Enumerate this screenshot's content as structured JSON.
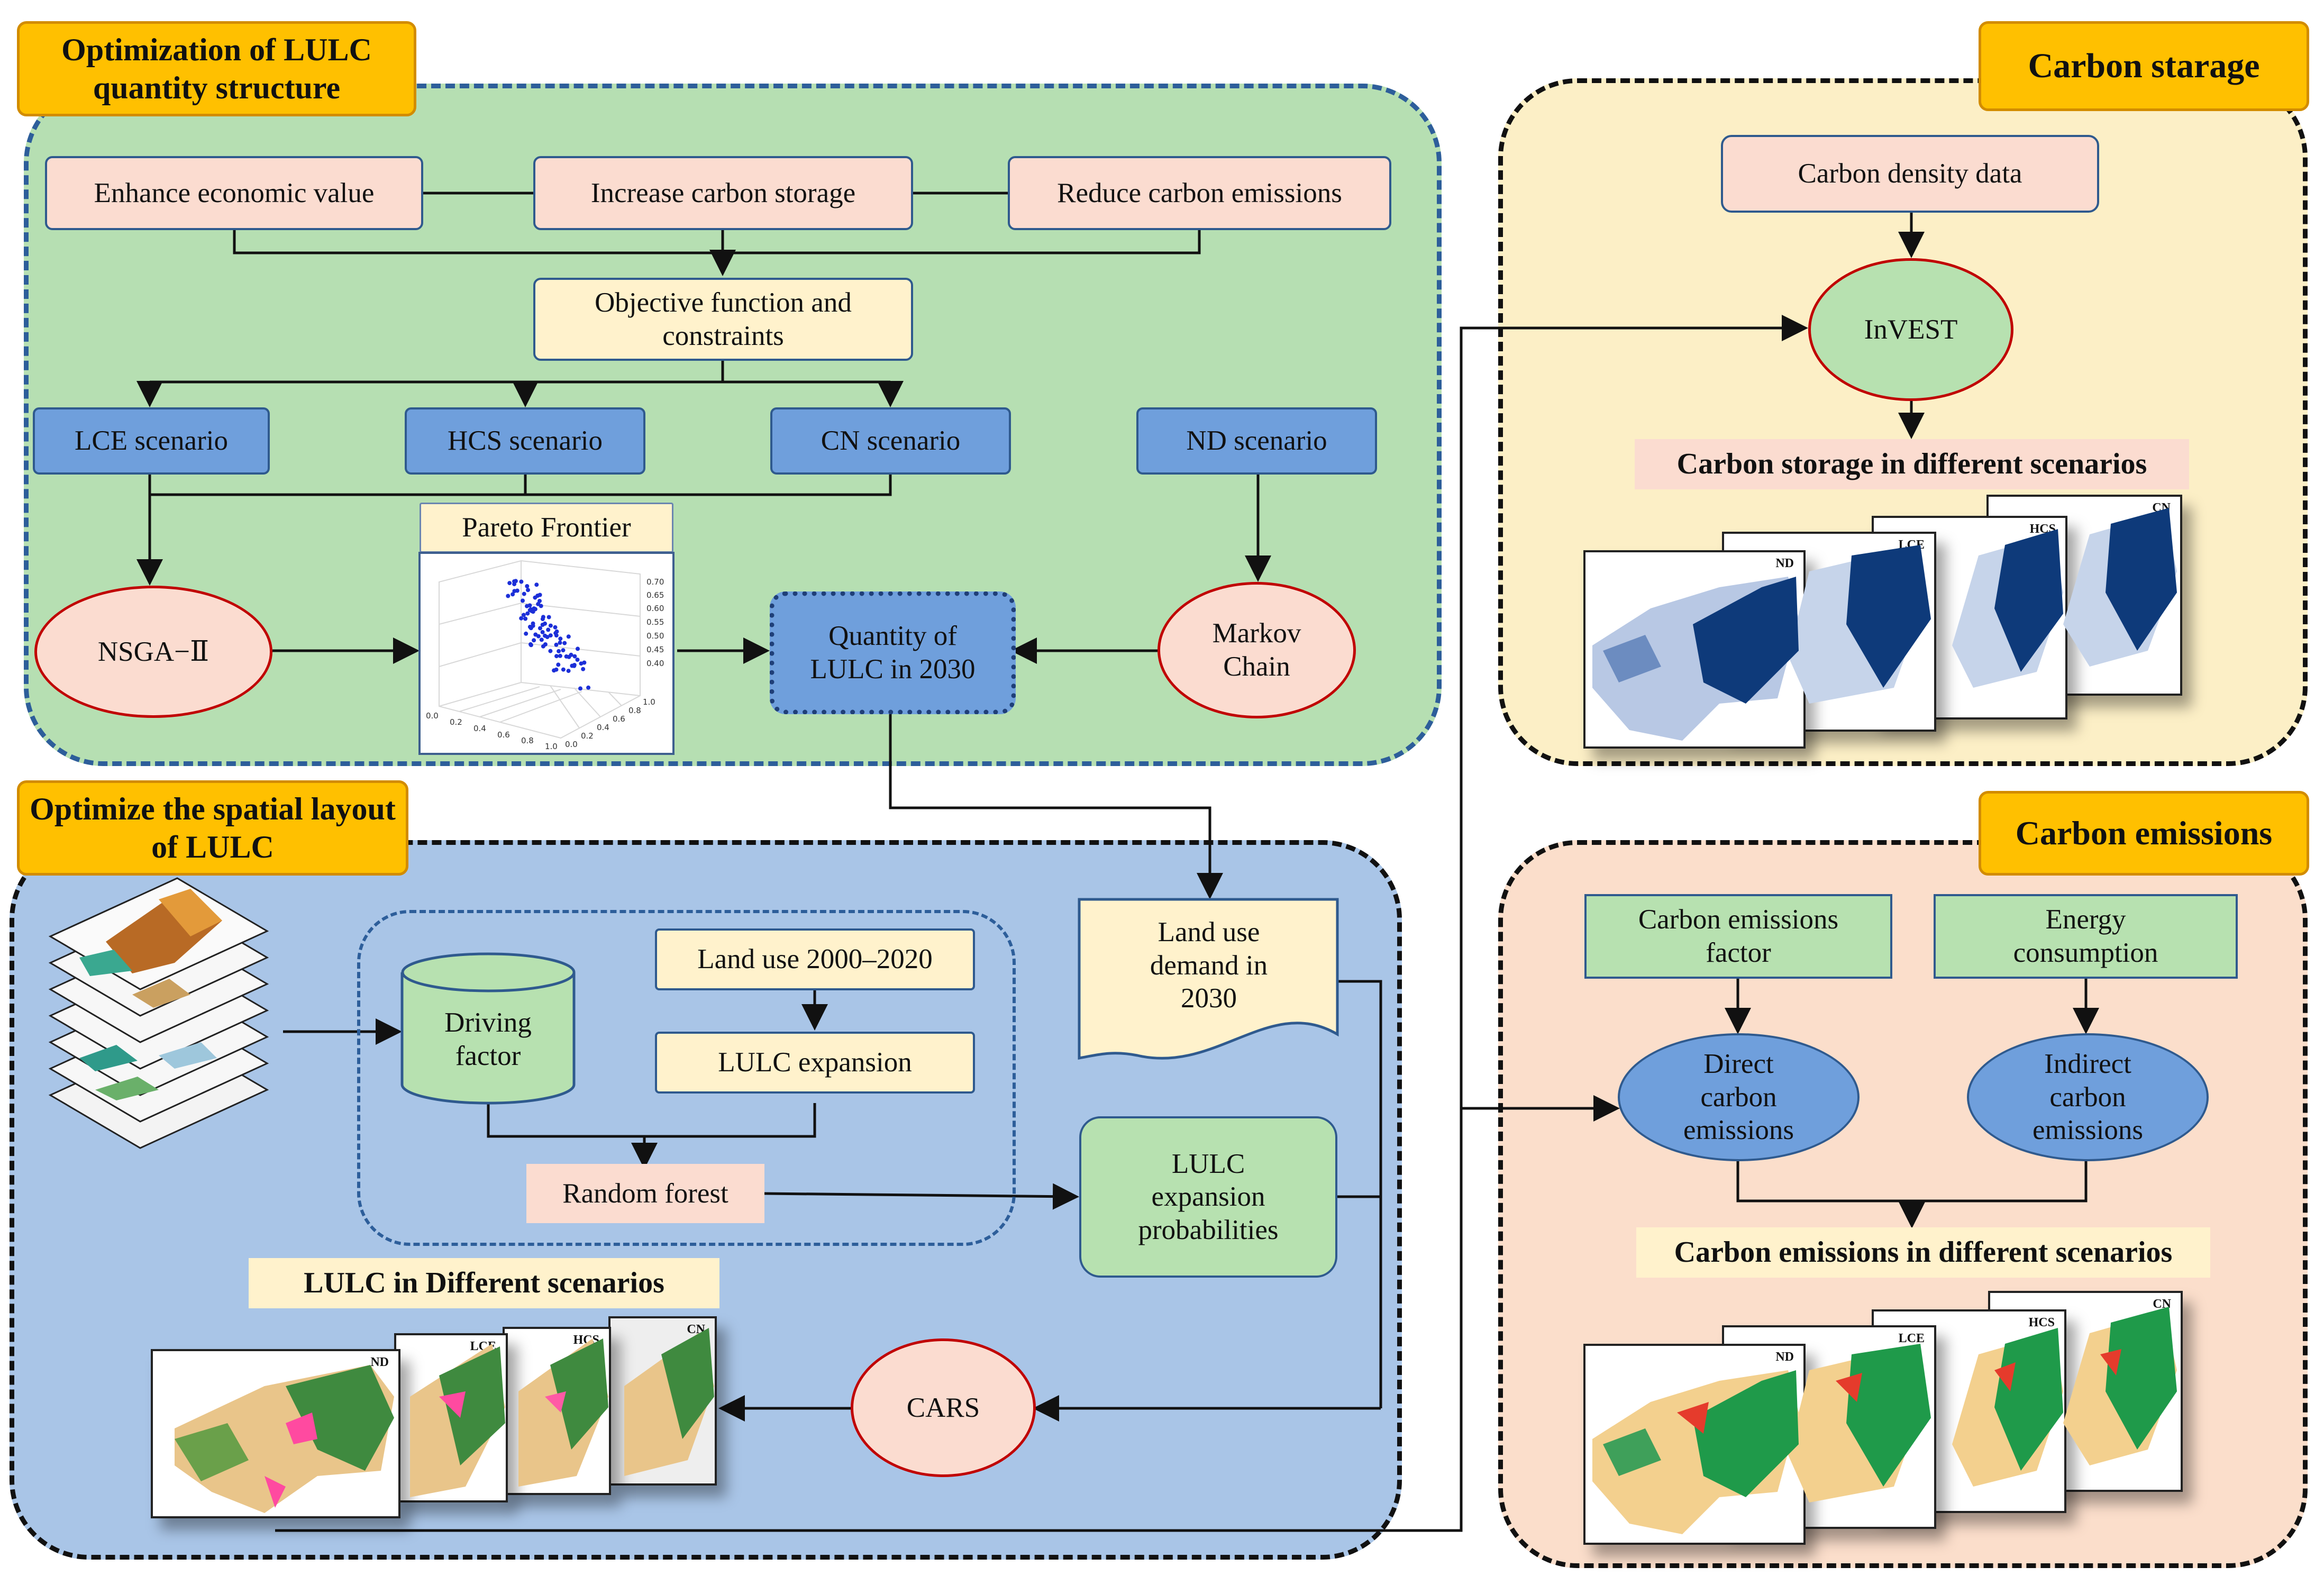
{
  "sections": {
    "optimization": {
      "title": "Optimization of LULC quantity structure"
    },
    "spatial": {
      "title": "Optimize the spatial layout of LULC"
    },
    "storage": {
      "title": "Carbon starage"
    },
    "emissions": {
      "title": "Carbon emissions"
    }
  },
  "nodes": {
    "enhance": "Enhance economic value",
    "increase": "Increase carbon storage",
    "reduce": "Reduce carbon emissions",
    "objective": "Objective function and constraints",
    "lce": "LCE scenario",
    "hcs": "HCS scenario",
    "cn": "CN scenario",
    "nd": "ND scenario",
    "pareto": "Pareto Frontier",
    "nsga": "NSGA−Ⅱ",
    "quantity": "Quantity of LULC in 2030",
    "markov": "Markov Chain",
    "landuse": "Land use 2000–2020",
    "lulc_expansion": "LULC expansion",
    "driving": "Driving factor",
    "random_forest": "Random forest",
    "demand": "Land use demand in 2030",
    "probabilities": "LULC expansion probabilities",
    "cars": "CARS",
    "lulc_scenarios": "LULC in Different scenarios",
    "carbon_density": "Carbon density data",
    "invest": "InVEST",
    "storage_scenarios": "Carbon storage in different scenarios",
    "emission_factor": "Carbon emissions factor",
    "energy": "Energy consumption",
    "direct": "Direct carbon emissions",
    "indirect": "Indirect carbon emissions",
    "emission_scenarios": "Carbon emissions in different scenarios"
  },
  "scenario_tags": [
    "ND",
    "LCE",
    "HCS",
    "CN"
  ],
  "pareto_axis": {
    "x_ticks": [
      "0.0",
      "0.2",
      "0.4",
      "0.6",
      "0.8",
      "1.0"
    ],
    "y_ticks": [
      "0.0",
      "0.2",
      "0.4",
      "0.6",
      "0.8",
      "1.0"
    ],
    "z_ticks": [
      "0.70",
      "0.65",
      "0.60",
      "0.55",
      "0.50",
      "0.45",
      "0.40"
    ]
  },
  "colors": {
    "optimization_bg": "#b6dfb2",
    "spatial_bg": "#a9c5e7",
    "storage_bg": "#fcefc6",
    "emissions_bg": "#fbdecb",
    "title_bg": "#ffc000",
    "scenario_blue": "#6f9fdc",
    "ellipse_red": "#c00000"
  }
}
